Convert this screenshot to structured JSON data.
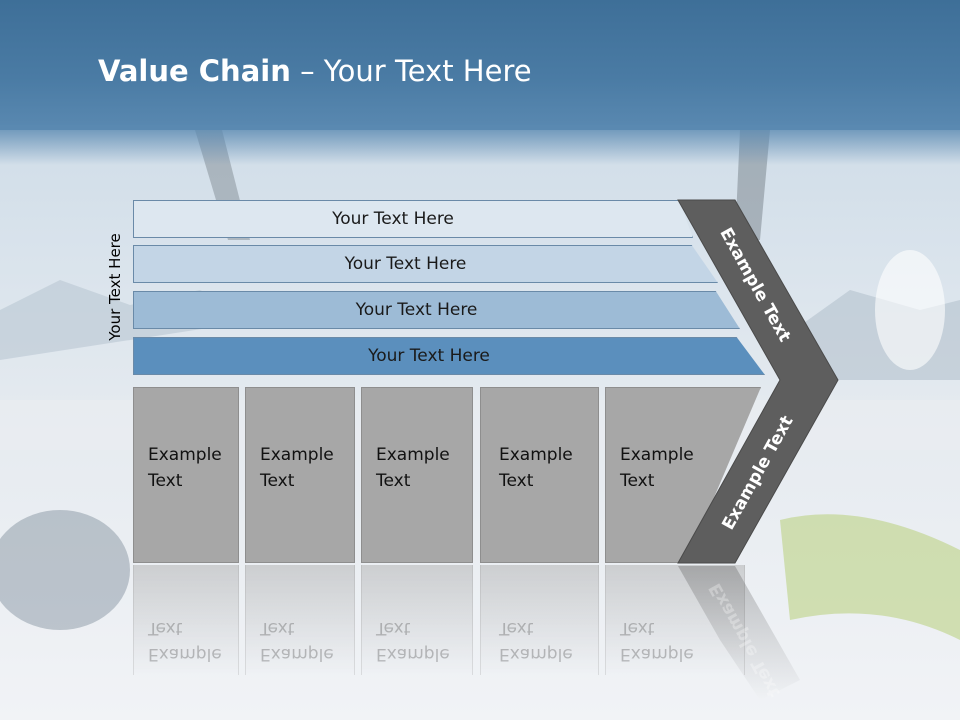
{
  "title": {
    "bold": "Value Chain",
    "rest": " – Your Text Here"
  },
  "side_label": "Your Text Here",
  "bars": [
    {
      "label": "Your Text Here",
      "color": "#dde7f0"
    },
    {
      "label": "Your Text Here",
      "color": "#c3d5e6"
    },
    {
      "label": "Your Text Here",
      "color": "#9dbbd6"
    },
    {
      "label": "Your Text Here",
      "color": "#5b8fbd"
    }
  ],
  "boxes": [
    {
      "line1": "Example",
      "line2": "Text"
    },
    {
      "line1": "Example",
      "line2": "Text"
    },
    {
      "line1": "Example",
      "line2": "Text"
    },
    {
      "line1": "Example",
      "line2": "Text"
    },
    {
      "line1": "Example",
      "line2": "Text"
    }
  ],
  "chevron": {
    "upper_label": "Example Text",
    "lower_label": "Example Text",
    "color": "#5e5e5e"
  }
}
